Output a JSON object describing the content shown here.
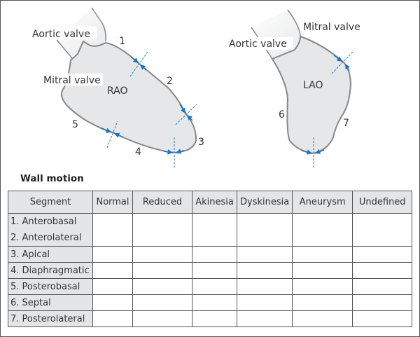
{
  "diagram": {
    "rao": {
      "label": "RAO",
      "aortic_valve": "Aortic valve",
      "mitral_valve": "Mitral valve",
      "segments": [
        "1",
        "2",
        "3",
        "4",
        "5"
      ]
    },
    "lao": {
      "label": "LAO",
      "aortic_valve": "Aortic valve",
      "mitral_valve": "Mitral valve",
      "segments": [
        "6",
        "7"
      ]
    },
    "colors": {
      "ventricle_fill": "#e6e7e9",
      "outline": "#888888",
      "arrow": "#1f74c2"
    }
  },
  "table": {
    "title": "Wall motion",
    "headers": [
      "Segment",
      "Normal",
      "Reduced",
      "Akinesia",
      "Dyskinesia",
      "Aneurysm",
      "Undefined"
    ],
    "rows": [
      "1. Anterobasal",
      "2. Anterolateral",
      "3. Apical",
      "4. Diaphragmatic",
      "5. Posterobasal",
      "6. Septal",
      "7. Posterolateral"
    ]
  }
}
